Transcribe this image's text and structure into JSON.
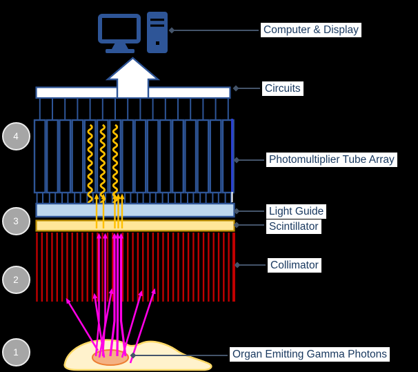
{
  "figure": {
    "type": "diagram",
    "subject": "Gamma camera detector schematic",
    "background_color": "#000000",
    "counts": {
      "pmt_tubes": 16,
      "excited_tube_indices": [
        4,
        5,
        6
      ],
      "collimator_septa": 40,
      "gamma_rays_vertical": 5,
      "gamma_rays_blocked": 5,
      "light_photon_arrows": 5
    },
    "colors": {
      "outline_blue": "#2E5597",
      "bright_blue": "#2B3FD0",
      "white": "#FFFFFF",
      "light_guide_fill": "#BDD7EE",
      "scintillator_fill": "#FFE699",
      "scintillator_border": "#BF9000",
      "collimator_red": "#C00000",
      "photon_yellow": "#FFC000",
      "gamma_magenta": "#FF00E6",
      "organ_fill": "#FFF2CC",
      "organ_border": "#FFD966",
      "hotspot_fill": "#F4B183",
      "hotspot_border": "#ED7D31",
      "callout_gray": "#44546A",
      "label_text": "#17375E",
      "step_circle_fill": "#A6A6A6"
    }
  },
  "callouts": {
    "computer": {
      "label": "Computer & Display"
    },
    "circuits": {
      "label": "Circuits"
    },
    "pmt": {
      "label": "Photomultiplier Tube Array"
    },
    "light_guide": {
      "label": "Light Guide"
    },
    "scintillator": {
      "label": "Scintillator"
    },
    "collimator": {
      "label": "Collimator"
    },
    "organ": {
      "label": "Organ Emitting Gamma Photons"
    }
  },
  "steps": [
    {
      "number": "1"
    },
    {
      "number": "2"
    },
    {
      "number": "3"
    },
    {
      "number": "4"
    }
  ]
}
